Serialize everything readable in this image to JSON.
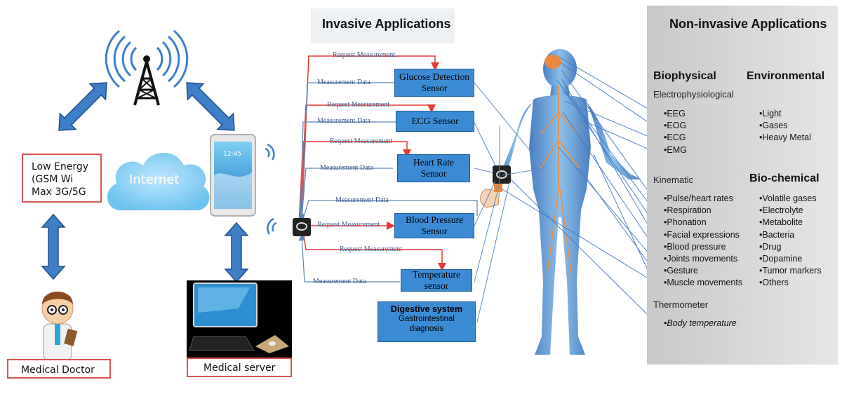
{
  "left": {
    "network_box": [
      "Low Energy",
      "(GSM Wi",
      "Max 3G/5G"
    ],
    "cloud_label": "Internet",
    "phone_time": "12:45",
    "doctor_label": "Medical Doctor",
    "server_label": "Medical server"
  },
  "invasive": {
    "title": "Invasive Applications",
    "sensors": [
      {
        "label": "Glucose Detection Sensor"
      },
      {
        "label": "ECG Sensor"
      },
      {
        "label": "Heart Rate Sensor"
      },
      {
        "label": "Blood Pressure Sensor"
      },
      {
        "label": "Temperature sensor"
      }
    ],
    "digestive": {
      "title": "Digestive system",
      "subtitle": "Gastrointestinal diagnosis"
    },
    "request_label": "Request Measurement",
    "data_label": "Measurement Data"
  },
  "noninvasive": {
    "title": "Non-invasive Applications",
    "biophysical": "Biophysical",
    "environmental": "Environmental",
    "electrophysiological": "Electrophysiological",
    "electro_items": [
      "EEG",
      "EOG",
      "ECG",
      "EMG"
    ],
    "env_items": [
      "Light",
      "Gases",
      "Heavy Metal"
    ],
    "kinematic": "Kinematic",
    "kinematic_items": [
      "Pulse/heart rates",
      "Respiration",
      "Phonation",
      "Facial expressions",
      "Blood pressure",
      "Joints movements",
      "Gesture",
      "Muscle movements"
    ],
    "biochemical": "Bio-chemical",
    "biochem_items": [
      "Volatile gases",
      "Electrolyte",
      "Metabolite",
      "Bacteria",
      "Drug",
      "Dopamine",
      "Tumor markers",
      "Others"
    ],
    "thermometer": "Thermometer",
    "thermo_item": "Body temperature"
  },
  "colors": {
    "accent_blue": "#3b8bd4",
    "arrow_blue": "#2f6db5",
    "red": "#e53935",
    "panel_gray": "#cfcfcf"
  }
}
